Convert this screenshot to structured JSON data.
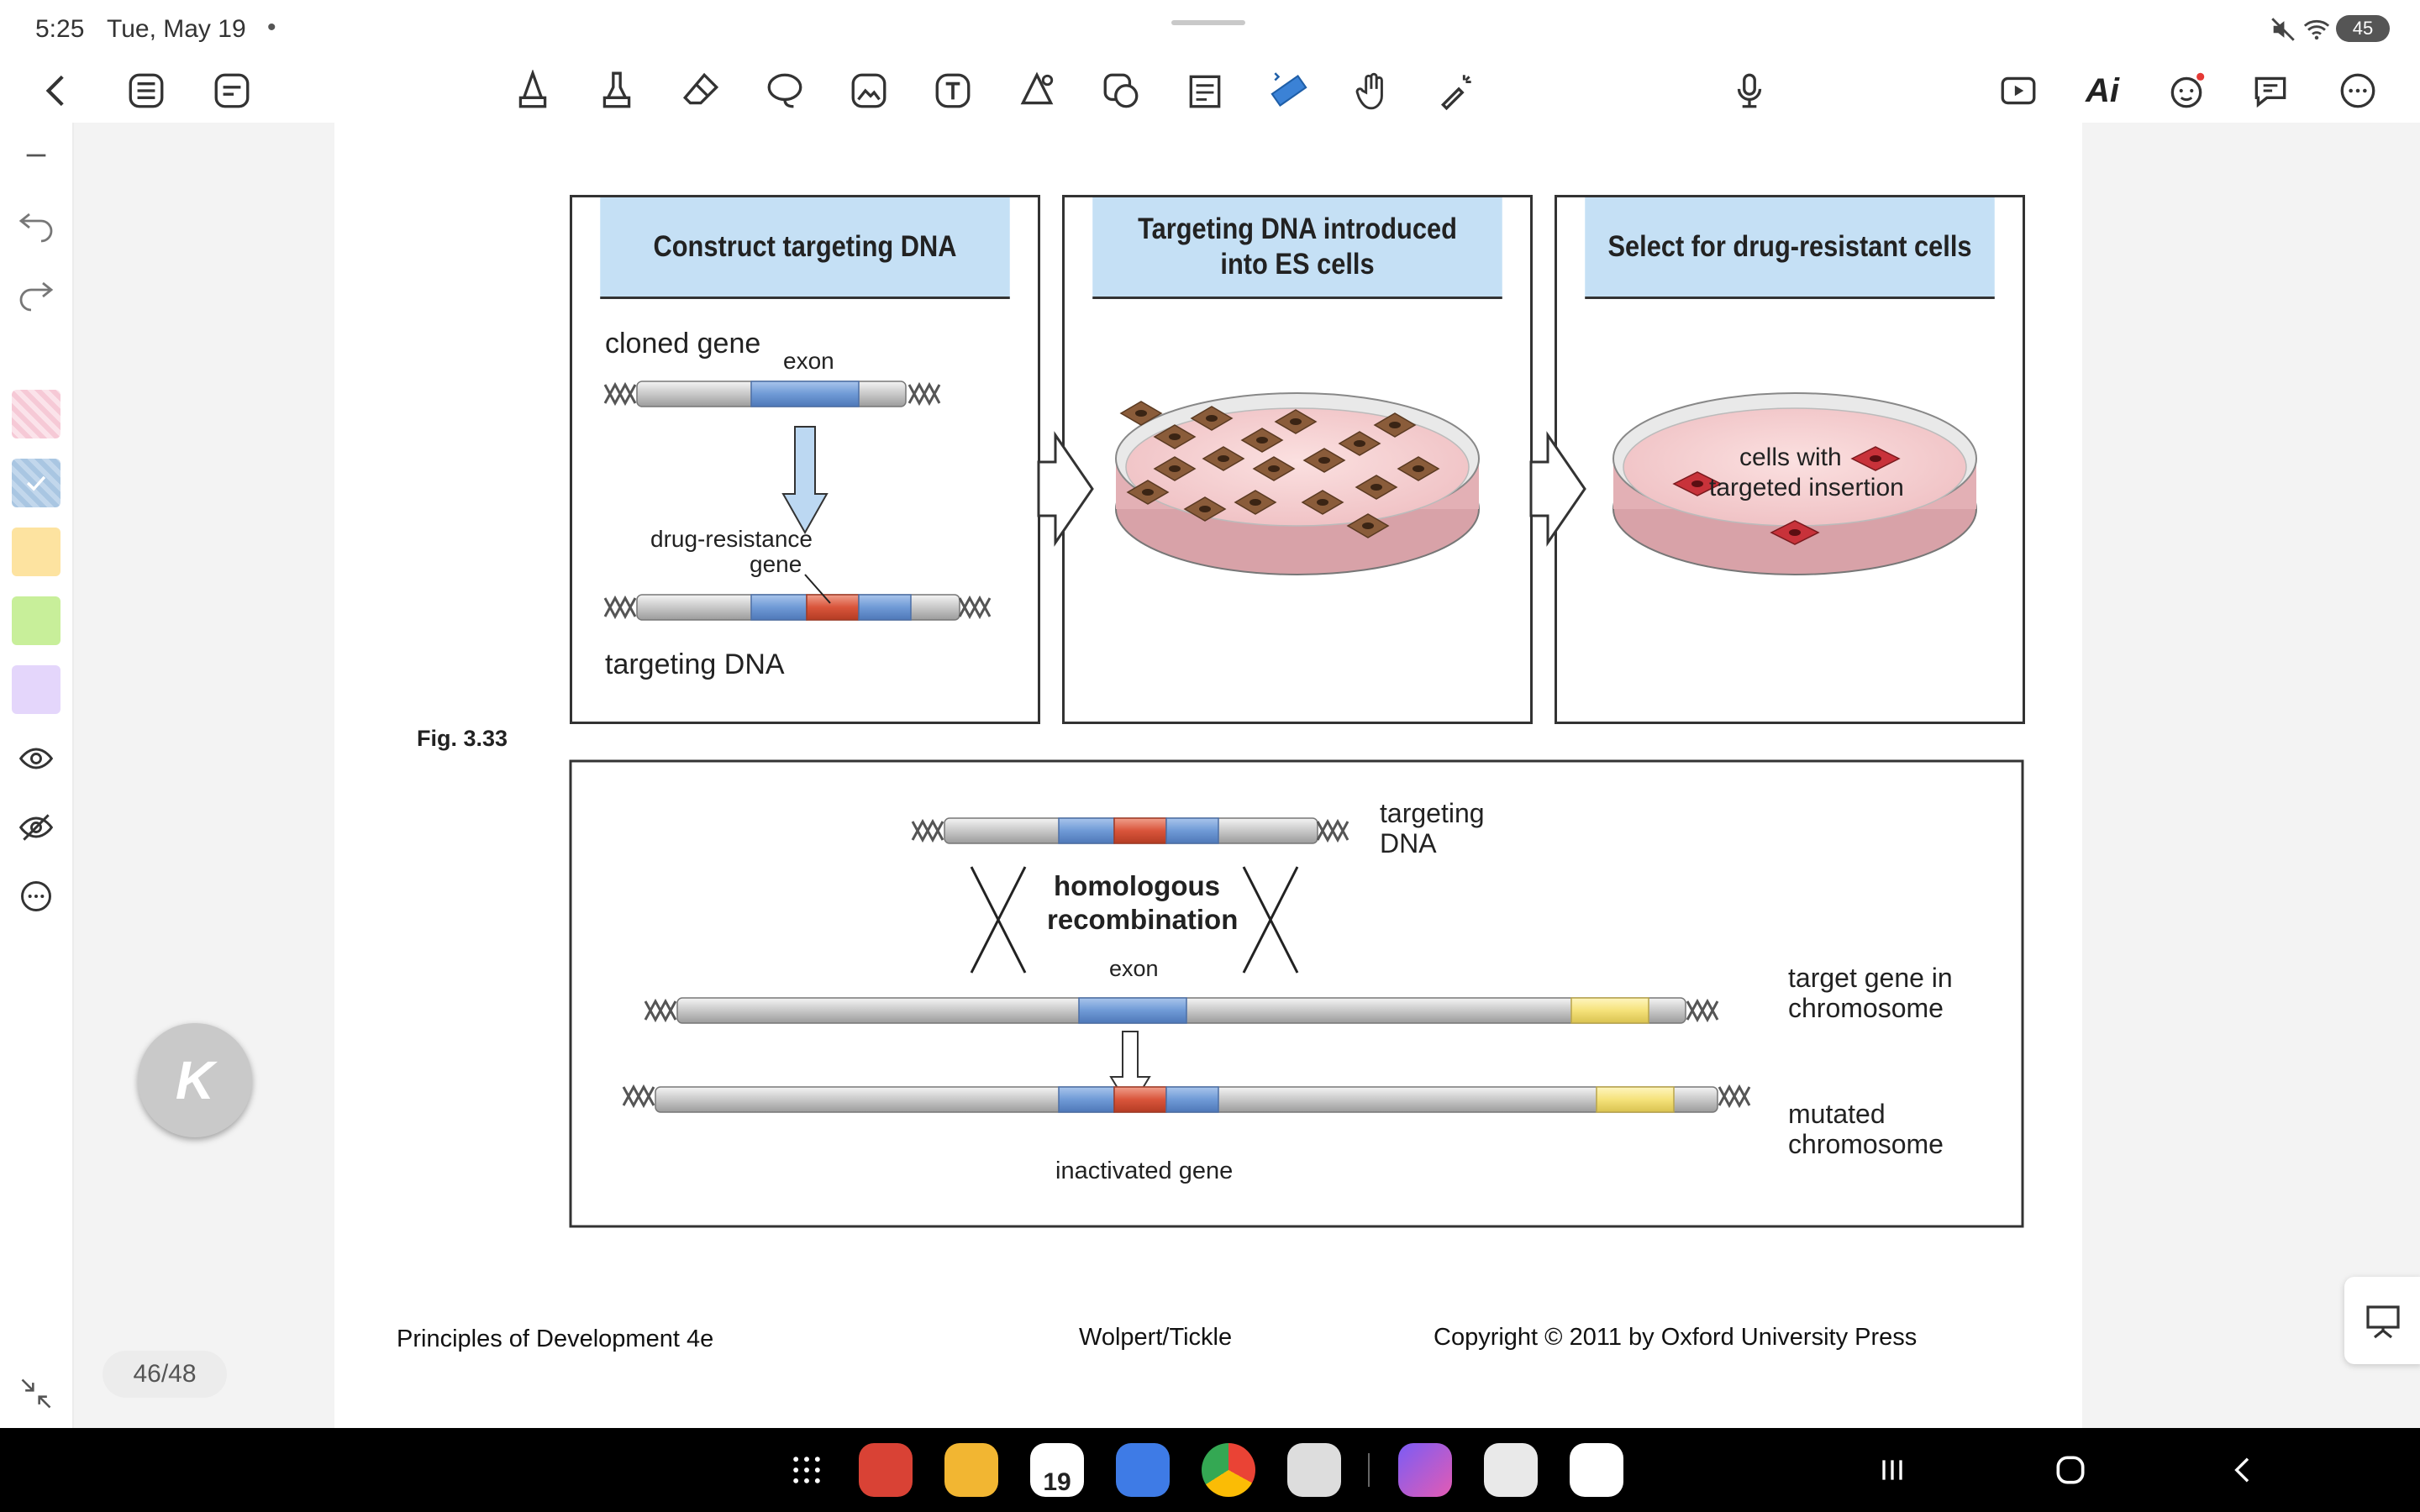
{
  "status_bar": {
    "time": "5:25",
    "date": "Tue, May 19",
    "dot": "•",
    "battery": "45"
  },
  "toolbar": {
    "left": [
      "back-icon",
      "outline-icon",
      "page-menu-icon"
    ],
    "tools": [
      "pen-icon",
      "highlighter-icon",
      "eraser-icon",
      "lasso-icon",
      "image-icon",
      "text-icon",
      "shape-icon",
      "sticker-icon",
      "textbox-icon",
      "ruler-icon",
      "hand-icon",
      "laser-pointer-icon"
    ],
    "mic": "microphone-icon",
    "right": [
      "presentation-icon",
      "ai-icon",
      "sticker-face-icon",
      "comment-icon",
      "more-icon"
    ],
    "ai_label": "Ai"
  },
  "sidebar": {
    "items": [
      "collapse-icon",
      "undo-icon",
      "redo-icon"
    ],
    "swatches": [
      "#f6c9d6",
      "#a9c6e2",
      "#fde3a0",
      "#c8ef9a",
      "#e4d6fb"
    ],
    "bottom_items": [
      "eye-icon",
      "eye-off-icon",
      "more-circle-icon"
    ]
  },
  "document": {
    "panel1_title": "Construct targeting DNA",
    "panel2_title_line1": "Targeting DNA introduced",
    "panel2_title_line2": "into ES cells",
    "panel3_title": "Select for drug-resistant cells",
    "cloned_gene": "cloned gene",
    "exon": "exon",
    "drug_resistance_line1": "drug-resistance",
    "drug_resistance_line2": "gene",
    "targeting_dna": "targeting DNA",
    "cells_with_line1": "cells with",
    "cells_with_line2": "targeted insertion",
    "fig_label": "Fig. 3.33",
    "targeting_line1": "targeting",
    "targeting_line2": "DNA",
    "homologous_line1": "homologous",
    "homologous_line2": "recombination",
    "exon2": "exon",
    "target_gene_line1": "target gene in",
    "target_gene_line2": "chromosome",
    "mutated_line1": "mutated",
    "mutated_line2": "chromosome",
    "inactivated_gene": "inactivated gene",
    "footer_left": "Principles of Development 4e",
    "footer_center": "Wolpert/Tickle",
    "footer_right": "Copyright © 2011 by Oxford University Press"
  },
  "page_counter": "46/48",
  "k_button": "K",
  "colors": {
    "header_blue": "#c5e0f5",
    "exon_blue": "#6f9ad6",
    "resistance_red": "#d9553b",
    "yellow": "#f5e27a",
    "dish_pink": "#f3c7c9"
  }
}
